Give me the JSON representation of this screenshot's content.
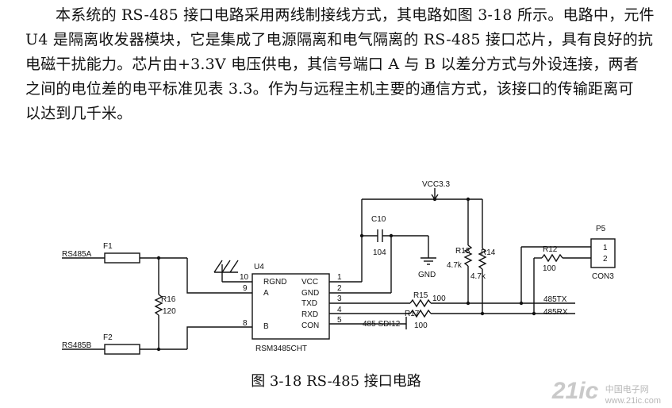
{
  "paragraph": {
    "lines": [
      "本系统的 RS-485 接口电路采用两线制接线方式，其电路如图 3-18 所示。电路中，元件",
      "U4 是隔离收发器模块，它是集成了电源隔离和电气隔离的 RS-485 接口芯片，具有良好的抗",
      "电磁干扰能力。芯片由+3.3V 电压供电，其信号端口 A 与 B 以差分方式与外设连接，两者",
      "之间的电位差的电平标准见表 3.3。作为与远程主机主要的通信方式，该接口的传输距离可",
      "以达到几千米。"
    ]
  },
  "circuit": {
    "vcc_label": "VCC3.3",
    "signals": {
      "rs485a": "RS485A",
      "rs485b": "RS485B",
      "tx": "485TX",
      "rx": "485RX",
      "sd": "485 SDI12"
    },
    "fuses": {
      "f1": "F1",
      "f2": "F2"
    },
    "resistors": {
      "r16": {
        "ref": "R16",
        "value": "120"
      },
      "r13": {
        "ref": "R13",
        "value": "4.7k"
      },
      "r14": {
        "ref": "R14",
        "value": "4.7k"
      },
      "r15": {
        "ref": "R15",
        "value": "100"
      },
      "r17": {
        "ref": "R17",
        "value": "100"
      },
      "r12": {
        "ref": "R12",
        "value": "100"
      }
    },
    "capacitor": {
      "ref": "C10",
      "value": "104"
    },
    "gnd_label": "GND",
    "chip": {
      "ref": "U4",
      "part": "RSM3485CHT",
      "left_pins": [
        {
          "num": "10",
          "name": "RGND"
        },
        {
          "num": "9",
          "name": "A"
        },
        {
          "num": "8",
          "name": "B"
        }
      ],
      "right_pins": [
        {
          "num": "1",
          "name": "VCC"
        },
        {
          "num": "2",
          "name": "GND"
        },
        {
          "num": "3",
          "name": "TXD"
        },
        {
          "num": "4",
          "name": "RXD"
        },
        {
          "num": "5",
          "name": "CON"
        }
      ]
    },
    "connector": {
      "ref": "P5",
      "part": "CON3",
      "pins": [
        "1",
        "2"
      ]
    }
  },
  "caption": "图 3-18 RS-485 接口电路",
  "watermark": {
    "logo": "21ic",
    "line1": "中国电子网",
    "line2": "www.21ic.com"
  }
}
